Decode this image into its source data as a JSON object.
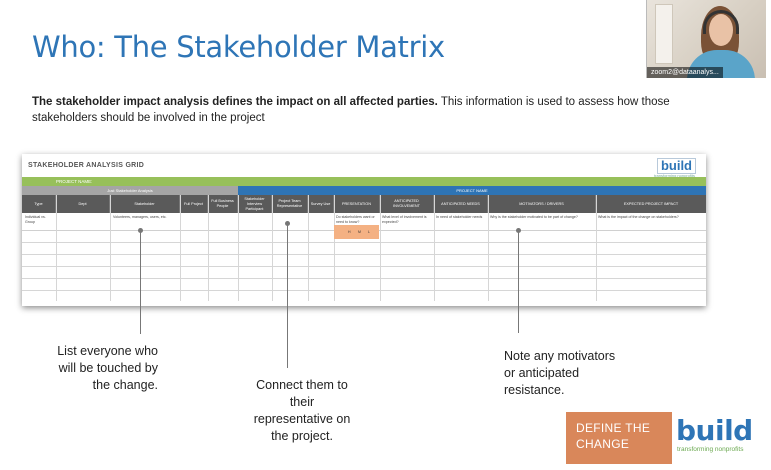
{
  "slide": {
    "title": "Who: The Stakeholder Matrix",
    "intro_bold": "The stakeholder impact analysis defines the impact on all affected parties.",
    "intro_rest": " This information is used to assess how those stakeholders should be involved in the project"
  },
  "webcam": {
    "label": "zoom2@dataanalys..."
  },
  "grid": {
    "title": "STAKEHOLDER ANALYSIS GRID",
    "logo": "build",
    "logo_sub": "transforming nonprofits",
    "green_band": "PROJECT NAME:",
    "grey_band": "Just Stakeholder Analysis",
    "blue_band": "PROJECT NAME",
    "headers": [
      "Type",
      "Dept",
      "Stakeholder",
      "Full Project",
      "Full Business People",
      "Stakeholder Interview Participant",
      "Project Team Representative",
      "Survey Use",
      "PRESENTATION",
      "ANTICIPATED INVOLVEMENT",
      "ANTICIPATED NEEDS",
      "MOTIVATORS / DRIVERS",
      "EXPECTED PROJECT IMPACT"
    ],
    "example": {
      "type": "Individual vs. Group",
      "stakeholder": "Volunteers, managers, users, etc.",
      "presentation": "Do stakeholders want or need to know?",
      "involvement": "What level of involvement is expected?",
      "needs": "In need of stakeholder needs",
      "motivators": "Why is the stakeholder motivated to be part of change?",
      "impact": "What is the impact of the change on stakeholders?",
      "orange": [
        "H",
        "M",
        "L"
      ]
    },
    "pointers": [
      "connector-to-stakeholder-column",
      "connector-to-representative-column",
      "connector-to-motivators-column"
    ]
  },
  "callouts": {
    "left_lines": [
      "List everyone who",
      "will be touched by",
      "the change."
    ],
    "center_lines": [
      "Connect them to",
      "their",
      "representative on",
      "the project."
    ],
    "right_lines": [
      "Note any motivators",
      "or anticipated",
      "resistance."
    ]
  },
  "footer": {
    "define_line1": "DEFINE THE",
    "define_line2": "CHANGE",
    "brand": "build",
    "brand_tag": "transforming nonprofits"
  },
  "colors": {
    "title_blue": "#2e75b6",
    "band_green": "#97c05a",
    "band_blue": "#2e74b5",
    "header_grey": "#5a5a5a",
    "define_orange": "#d9875a"
  }
}
